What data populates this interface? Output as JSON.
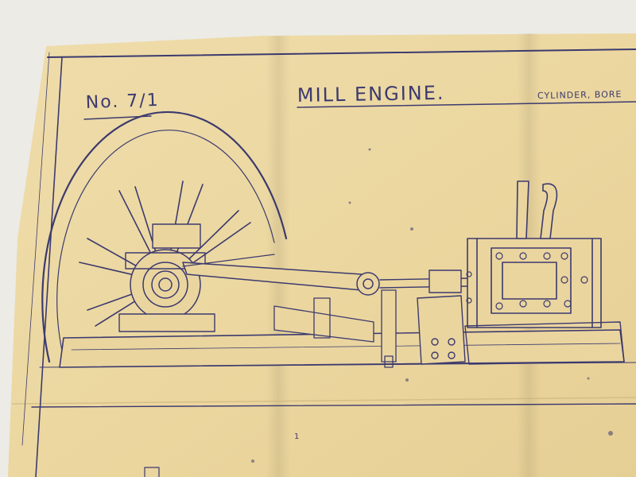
{
  "drawing": {
    "number": "No. 7/1",
    "title": "MILL ENGINE.",
    "subtitle": "CYLINDER, BORE",
    "small_note": "1"
  },
  "colors": {
    "paper": "#ecd9a3",
    "paper_shadow": "#d9c38a",
    "ink": "#3c3a6e",
    "background": "#ecebe6"
  }
}
